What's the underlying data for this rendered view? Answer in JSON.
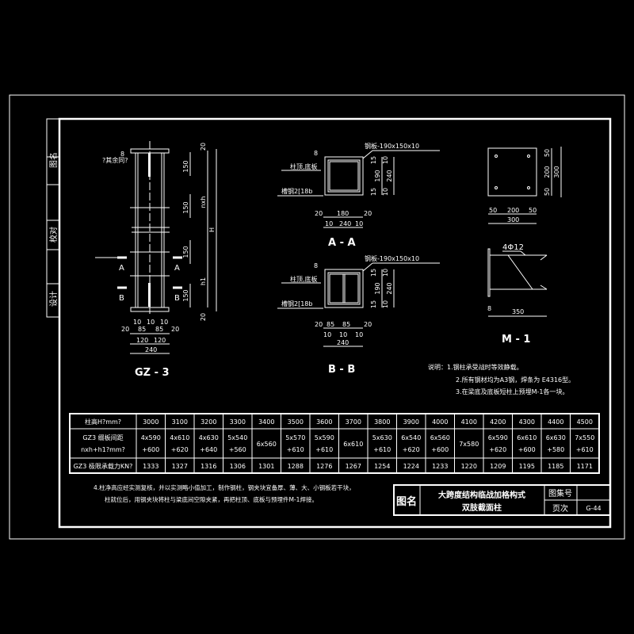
{
  "side_strip": {
    "drawing_name": "图名",
    "checker": "校对",
    "designer": "设计"
  },
  "gz3": {
    "title": "GZ - 3",
    "top_note": "?其余同?",
    "plate_thk": "8",
    "dims_right": [
      "150",
      "150",
      "150",
      "150"
    ],
    "top_gap": "20",
    "bottom_gap": "20",
    "nxh": "nxh",
    "H": "H",
    "h1": "h1",
    "section_a": "A",
    "section_b": "B",
    "bottom_dims": {
      "d10a": "10",
      "d10b": "10",
      "d10c": "10",
      "d20l": "20",
      "d85l": "85",
      "d85r": "85",
      "d20r": "20",
      "d120l": "120",
      "d120r": "120",
      "d240": "240"
    }
  },
  "section_aa": {
    "title": "A - A",
    "plate_label": "钢板-190x150x10",
    "top_bottom_label": "柱顶,底板",
    "channel_label": "槽钢2[18b",
    "thk": "8",
    "dims": {
      "d15a": "15",
      "d15b": "15",
      "d190": "190",
      "d240": "240",
      "d10a": "10",
      "d10b": "10",
      "b20l": "20",
      "b180": "180",
      "b20r": "20",
      "b10l": "10",
      "b240": "240",
      "b10r": "10"
    }
  },
  "section_bb": {
    "title": "B - B",
    "plate_label": "钢板-190x150x10",
    "top_bottom_label": "柱顶,底板",
    "channel_label": "槽钢2[18b",
    "thk": "8",
    "dims": {
      "d15a": "15",
      "d15b": "15",
      "d190": "190",
      "d240": "240",
      "d10a": "10",
      "d10b": "10",
      "b20l": "20",
      "b85l": "85",
      "b85r": "85",
      "b20r": "20",
      "b10a": "10",
      "b10b": "10",
      "b10c": "10",
      "b240": "240"
    }
  },
  "m1": {
    "title": "M - 1",
    "bar_label": "4Φ12",
    "dims": {
      "v50a": "50",
      "v200": "200",
      "v50b": "50",
      "v300": "300",
      "h50a": "50",
      "h200": "200",
      "h50b": "50",
      "h300": "300",
      "thk": "8",
      "len": "350"
    }
  },
  "notes": {
    "lines": [
      "说明：1.钢柱承受战时等效静载。",
      "2.所有钢材均为A3钢，焊条为 E4316型。",
      "3.在梁底及底板短柱上预埋M-1各一块。"
    ],
    "note4": [
      "4.柱净高应经实测复核，并以实测略小值加工，制作钢柱，钢夹块宜备厚、薄、大、小钢板若干块，",
      "柱就位后，用钢夹块将柱与梁底间空隙夹紧，再把柱顶、底板与预埋件M-1焊接。"
    ]
  },
  "table": {
    "row_headers": [
      "柱高H?mm?",
      "GZ3 缀板间距",
      "nxh+h1?mm?",
      "GZ3 极限承载力KN?"
    ],
    "columns": [
      {
        "h": "3000",
        "a": "4x590",
        "b": "+600",
        "kn": "1333"
      },
      {
        "h": "3100",
        "a": "4x610",
        "b": "+620",
        "kn": "1327"
      },
      {
        "h": "3200",
        "a": "4x630",
        "b": "+640",
        "kn": "1316"
      },
      {
        "h": "3300",
        "a": "5x540",
        "b": "+560",
        "kn": "1306"
      },
      {
        "h": "3400",
        "a": "6x560",
        "b": "",
        "kn": "1301"
      },
      {
        "h": "3500",
        "a": "5x570",
        "b": "+610",
        "kn": "1288"
      },
      {
        "h": "3600",
        "a": "5x590",
        "b": "+610",
        "kn": "1276"
      },
      {
        "h": "3700",
        "a": "6x610",
        "b": "",
        "kn": "1267"
      },
      {
        "h": "3800",
        "a": "5x630",
        "b": "+610",
        "kn": "1254"
      },
      {
        "h": "3900",
        "a": "6x540",
        "b": "+620",
        "kn": "1224"
      },
      {
        "h": "4000",
        "a": "6x560",
        "b": "+600",
        "kn": "1233"
      },
      {
        "h": "4100",
        "a": "7x580",
        "b": "",
        "kn": "1220"
      },
      {
        "h": "4200",
        "a": "6x590",
        "b": "+620",
        "kn": "1209"
      },
      {
        "h": "4300",
        "a": "6x610",
        "b": "+600",
        "kn": "1195"
      },
      {
        "h": "4400",
        "a": "6x630",
        "b": "+580",
        "kn": "1185"
      },
      {
        "h": "4500",
        "a": "7x550",
        "b": "+610",
        "kn": "1171"
      }
    ]
  },
  "title_block": {
    "name_label": "图名",
    "title_line1": "大跨度结构临战加格构式",
    "title_line2": "双肢截面柱",
    "atlas_label": "图集号",
    "atlas_value": "",
    "page_label": "页次",
    "page_value": "G-44"
  }
}
